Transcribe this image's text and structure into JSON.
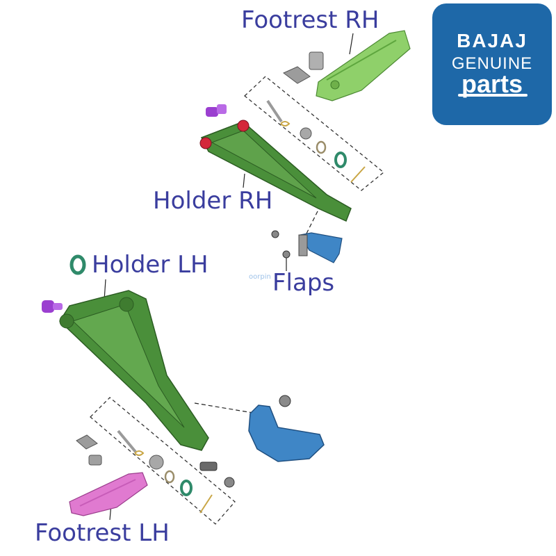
{
  "labels": {
    "footrest_rh": "Footrest RH",
    "holder_rh": "Holder RH",
    "holder_lh": "Holder LH",
    "flaps": "Flaps",
    "footrest_lh": "Footrest LH"
  },
  "badge": {
    "line1": "BAJAJ",
    "line2": "GENUINE",
    "line3": "parts"
  },
  "watermark": "oorpin",
  "colors": {
    "label_text": "#3a3d9e",
    "badge_bg": "#1e68a8",
    "holder_green": "#4a8f3a",
    "footrest_rh_green": "#8fd06a",
    "footrest_lh_pink": "#e07ad0",
    "flap_blue": "#3f86c6",
    "bushing_red": "#d4283a",
    "bolt_purple": "#9b3fd0",
    "oring_teal": "#2f8a6a"
  }
}
